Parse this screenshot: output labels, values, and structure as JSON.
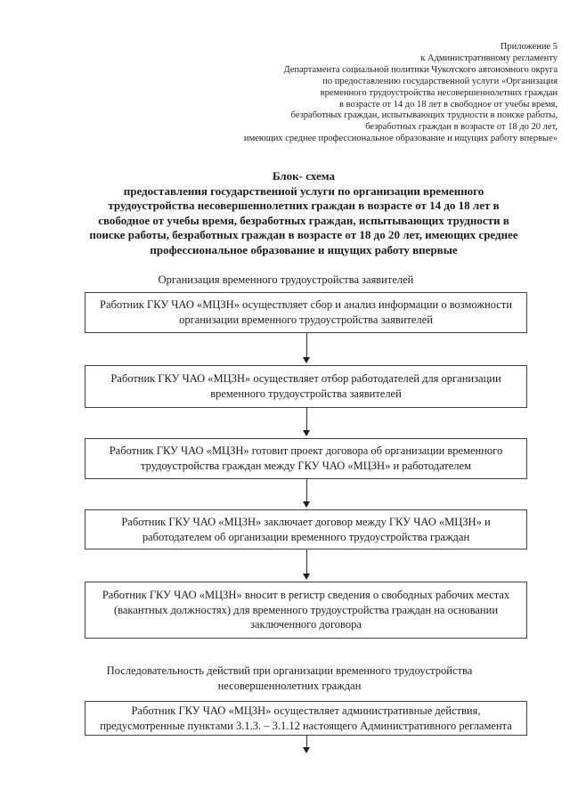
{
  "document": {
    "appendix_header": {
      "lines": [
        "Приложение 5",
        "к Административному регламенту",
        "Департамента социальной политики Чукотского автономного округа",
        "по предоставлению государственной услуги «Организация",
        "временного трудоустройства несовершеннолетних граждан",
        "в возрасте от 14 до 18 лет в свободное от учебы время,",
        "безработных граждан, испытывающих трудности в поиске работы,",
        "безработных граждан в возрасте от 18 до 20 лет,",
        "имеющих среднее профессиональное образование и ищущих работу впервые»"
      ]
    },
    "title": {
      "lines": [
        "Блок- схема",
        "предоставления государственной услуги по организации временного",
        "трудоустройства несовершеннолетних граждан в возрасте от 14 до 18 лет в",
        "свободное от учебы время, безработных граждан, испытывающих трудности в",
        "поиске работы, безработных граждан в возрасте от 18 до 20 лет, имеющих среднее",
        "профессиональное образование и ищущих работу впервые"
      ]
    },
    "section1": {
      "label": "Организация временного трудоустройства заявителей"
    },
    "section2": {
      "lines": [
        "Последовательность действий при организации временного трудоустройства",
        "несовершеннолетних граждан"
      ]
    }
  },
  "flowchart": {
    "boxes": [
      {
        "lines": [
          "Работник ГКУ ЧАО «МЦЗН» осуществляет сбор и анализ информации о возможности",
          "организации временного трудоустройства заявителей"
        ]
      },
      {
        "lines": [
          "Работник ГКУ ЧАО «МЦЗН» осуществляет отбор работодателей для организации",
          "временного трудоустройства заявителей"
        ]
      },
      {
        "lines": [
          "Работник ГКУ ЧАО «МЦЗН» готовит проект договора об организации временного",
          "трудоустройства граждан между ГКУ ЧАО «МЦЗН» и работодателем"
        ]
      },
      {
        "lines": [
          "Работник ГКУ ЧАО «МЦЗН» заключает договор между ГКУ ЧАО «МЦЗН» и",
          "работодателем об организации временного трудоустройства граждан"
        ]
      },
      {
        "lines": [
          "Работник ГКУ ЧАО «МЦЗН» вносит в регистр сведения о свободных рабочих местах",
          "(вакантных должностях) для временного трудоустройства граждан на основании",
          "заключенного договора"
        ]
      },
      {
        "lines": [
          "Работник ГКУ ЧАО «МЦЗН» осуществляет административные действия,",
          "предусмотренные пунктами 3.1.3. – 3.1.12 настоящего Административного регламента"
        ]
      }
    ]
  },
  "colors": {
    "background": "#ffffff",
    "text": "#1c1c1c",
    "box_border": "#404040",
    "arrow": "#1c1c1c"
  }
}
